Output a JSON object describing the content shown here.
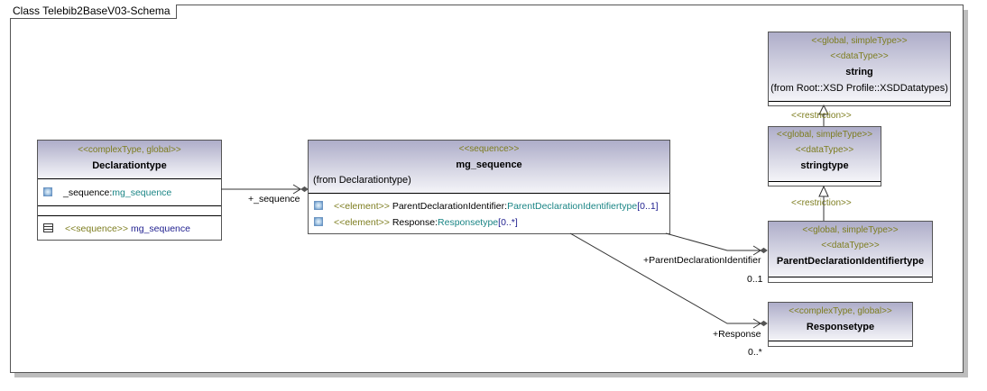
{
  "diagram": {
    "frame_title": "Class Telebib2BaseV03-Schema"
  },
  "colors": {
    "stereotype": "#7d7d1f",
    "type_ref": "#1a8585",
    "multiplicity": "#1f1f8f",
    "header_gradient_top": "#aeadc9",
    "header_gradient_bottom": "#f4f4f8",
    "border": "#555555",
    "shadow": "#bdbdbd"
  },
  "classes": {
    "declarationtype": {
      "stereotype": "<<complexType, global>>",
      "name": "Declarationtype",
      "attributes": [
        {
          "icon": "attribute-icon",
          "name": "_sequence:",
          "type": "mg_sequence"
        }
      ],
      "operations": [
        {
          "icon": "sequence-icon",
          "stereotype": "<<sequence>>",
          "name": "mg_sequence"
        }
      ]
    },
    "mg_sequence": {
      "stereotype": "<<sequence>>",
      "name": "mg_sequence",
      "from": "(from Declarationtype)",
      "attributes": [
        {
          "icon": "attribute-icon",
          "stereotype": "<<element>>",
          "name": "ParentDeclarationIdentifier:",
          "type": "ParentDeclarationIdentifiertype",
          "multiplicity": "[0..1]"
        },
        {
          "icon": "attribute-icon",
          "stereotype": "<<element>>",
          "name": "Response:",
          "type": "Responsetype",
          "multiplicity": "[0..*]"
        }
      ]
    },
    "string": {
      "stereotype1": "<<global, simpleType>>",
      "stereotype2": "<<dataType>>",
      "name": "string",
      "from": "(from Root::XSD Profile::XSDDatatypes)"
    },
    "stringtype": {
      "stereotype1": "<<global, simpleType>>",
      "stereotype2": "<<dataType>>",
      "name": "stringtype"
    },
    "parentdeclarationidentifiertype": {
      "stereotype1": "<<global, simpleType>>",
      "stereotype2": "<<dataType>>",
      "name": "ParentDeclarationIdentifiertype"
    },
    "responsetype": {
      "stereotype": "<<complexType, global>>",
      "name": "Responsetype"
    }
  },
  "relations": {
    "sequence_role": "+_sequence",
    "restriction1": "<<restriction>>",
    "restriction2": "<<restriction>>",
    "parent_role": "+ParentDeclarationIdentifier",
    "parent_multiplicity": "0..1",
    "response_role": "+Response",
    "response_multiplicity": "0..*"
  }
}
